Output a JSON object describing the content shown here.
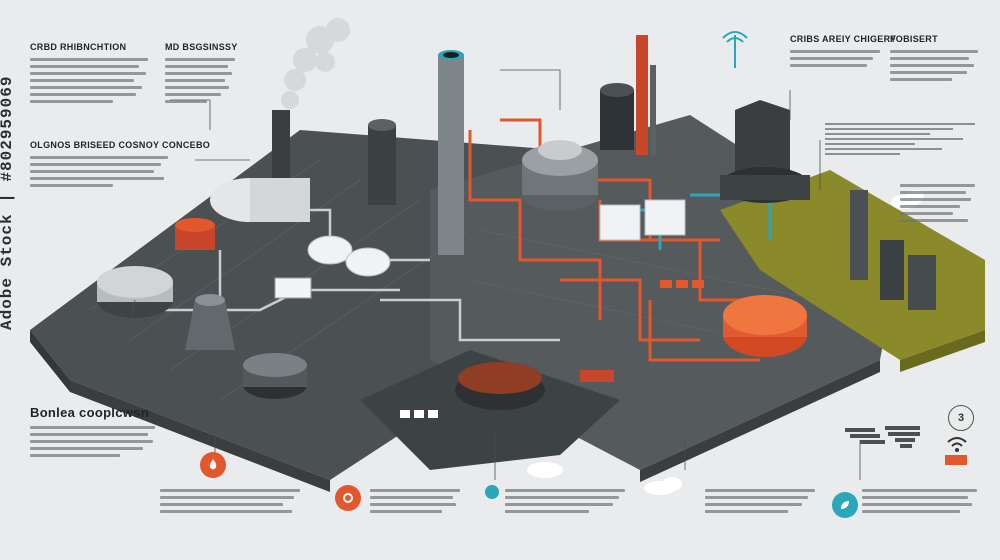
{
  "blocks": {
    "top_left_1": {
      "title": "CRBD RHIBNCHTION"
    },
    "top_left_2": {
      "title": "MD BSGSINSSY"
    },
    "mid_left": {
      "title": "OLGNOS BRISEED COSNOY CONCEBO"
    },
    "bottom_left": {
      "title": "Bonlea cooplcwsn"
    },
    "top_right_1": {
      "title": "CRIBS AREIY CHIGERY"
    },
    "top_right_2": {
      "title": "FOBISERT"
    }
  },
  "side_id": "Adobe Stock | #802959069",
  "badge_number": "3",
  "colors": {
    "accent_orange": "#e2572b",
    "accent_teal": "#2aa7b8",
    "ground": "#4a4f52",
    "olive": "#8a8a2a"
  },
  "icons": [
    "wifi-icon",
    "leaf-icon",
    "flame-icon",
    "gear-icon",
    "cloud-icon",
    "recycle-icon"
  ]
}
